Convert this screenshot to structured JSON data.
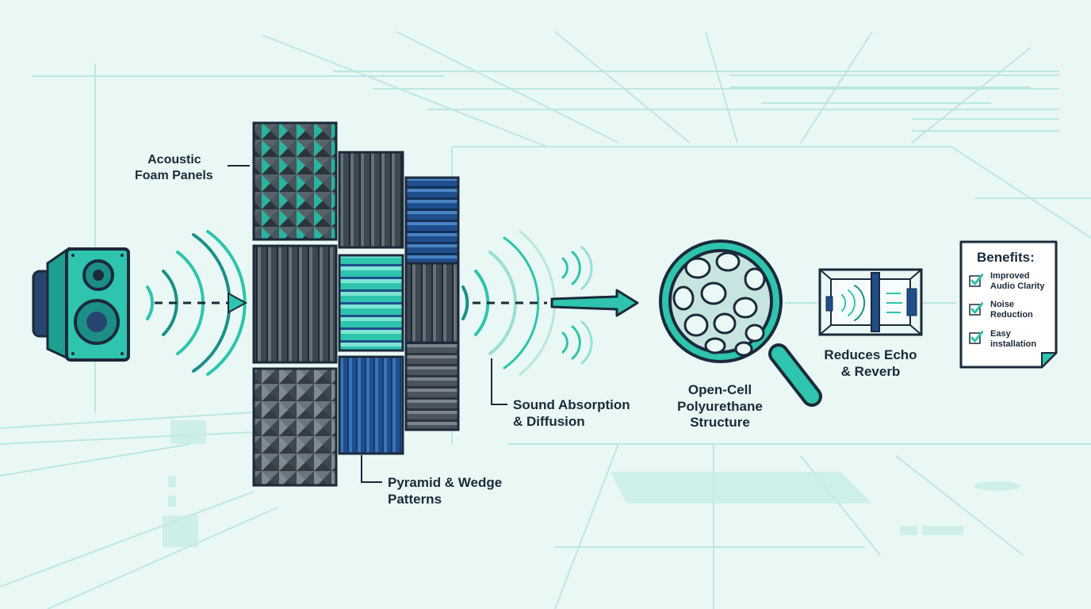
{
  "colors": {
    "background": "#e9f8f5",
    "teal": "#2ec4ad",
    "dark_teal": "#1b8f87",
    "navy": "#1b2a3a",
    "foam_dark": "#3d4750",
    "foam_blue": "#1f4e8c",
    "grid_line": "#b9e6de"
  },
  "labels": {
    "foam_panels": {
      "line1": "Acoustic",
      "line2": "Foam Panels"
    },
    "patterns": {
      "line1": "Pyramid & Wedge",
      "line2": "Patterns"
    },
    "absorption": {
      "line1": "Sound Absorption",
      "line2": "& Diffusion"
    },
    "structure": {
      "line1": "Open-Cell",
      "line2": "Polyurethane",
      "line3": "Structure"
    },
    "echo": {
      "line1": "Reduces Echo",
      "line2": "& Reverb"
    }
  },
  "icons": {
    "speaker": "speaker-icon",
    "sound_waves": "sound-wave-icon",
    "magnifier": "magnifying-glass-icon",
    "room": "room-cross-section-icon",
    "document": "document-icon",
    "check": "checkmark-icon"
  },
  "benefits": {
    "title": "Benefits:",
    "items": [
      {
        "line1": "Improved",
        "line2": "Audio Clarity"
      },
      {
        "line1": "Noise",
        "line2": "Reduction"
      },
      {
        "line1": "Easy",
        "line2": "installation"
      }
    ]
  }
}
